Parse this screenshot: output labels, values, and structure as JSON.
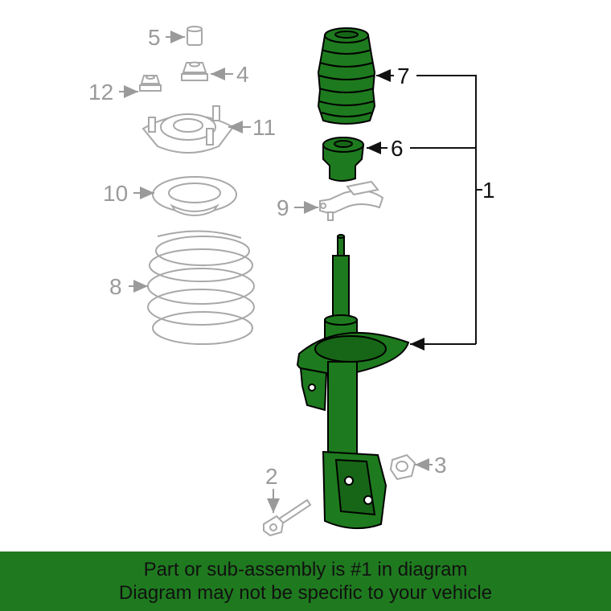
{
  "diagram": {
    "callouts": {
      "c1": "1",
      "c2": "2",
      "c3": "3",
      "c4": "4",
      "c5": "5",
      "c6": "6",
      "c7": "7",
      "c8": "8",
      "c9": "9",
      "c10": "10",
      "c11": "11",
      "c12": "12"
    },
    "highlight_color": "#1e7a1e",
    "ghost_color": "#a8a8a8"
  },
  "footer": {
    "line1": "Part or sub-assembly is #1 in diagram",
    "line2": "Diagram may not be specific to your vehicle",
    "background": "#1f7a1f"
  }
}
